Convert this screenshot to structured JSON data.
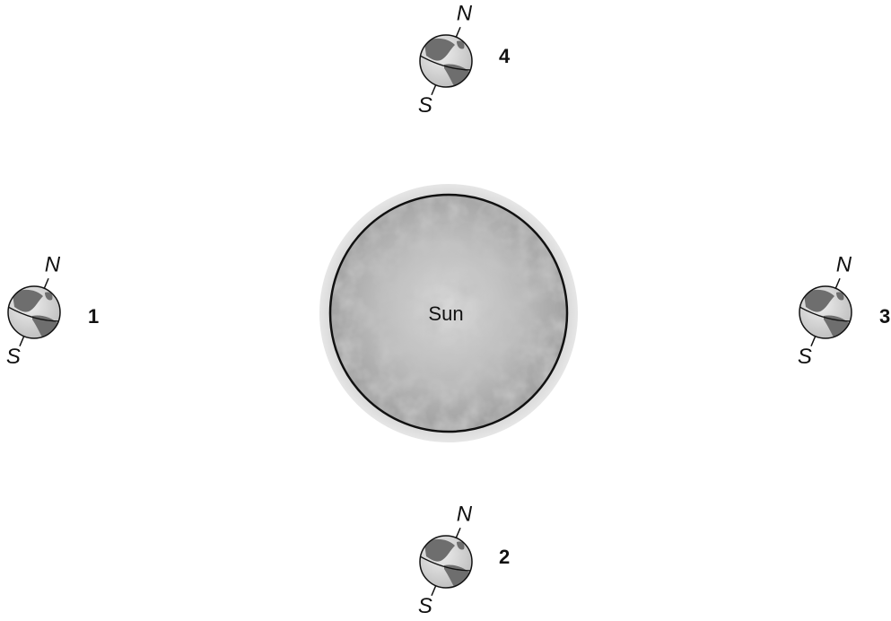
{
  "sun": {
    "label": "Sun",
    "colors": {
      "corona": "#d0d0d0",
      "surface_light": "#cfcfcf",
      "surface_dark": "#9a9a9a",
      "outline": "#111111"
    }
  },
  "earths": [
    {
      "number": "4",
      "north": "N",
      "south": "S"
    },
    {
      "number": "1",
      "north": "N",
      "south": "S"
    },
    {
      "number": "3",
      "north": "N",
      "south": "S"
    },
    {
      "number": "2",
      "north": "N",
      "south": "S"
    }
  ],
  "earth_colors": {
    "ocean": "#d8d8d8",
    "land": "#6e6e6e",
    "outline": "#111111"
  }
}
